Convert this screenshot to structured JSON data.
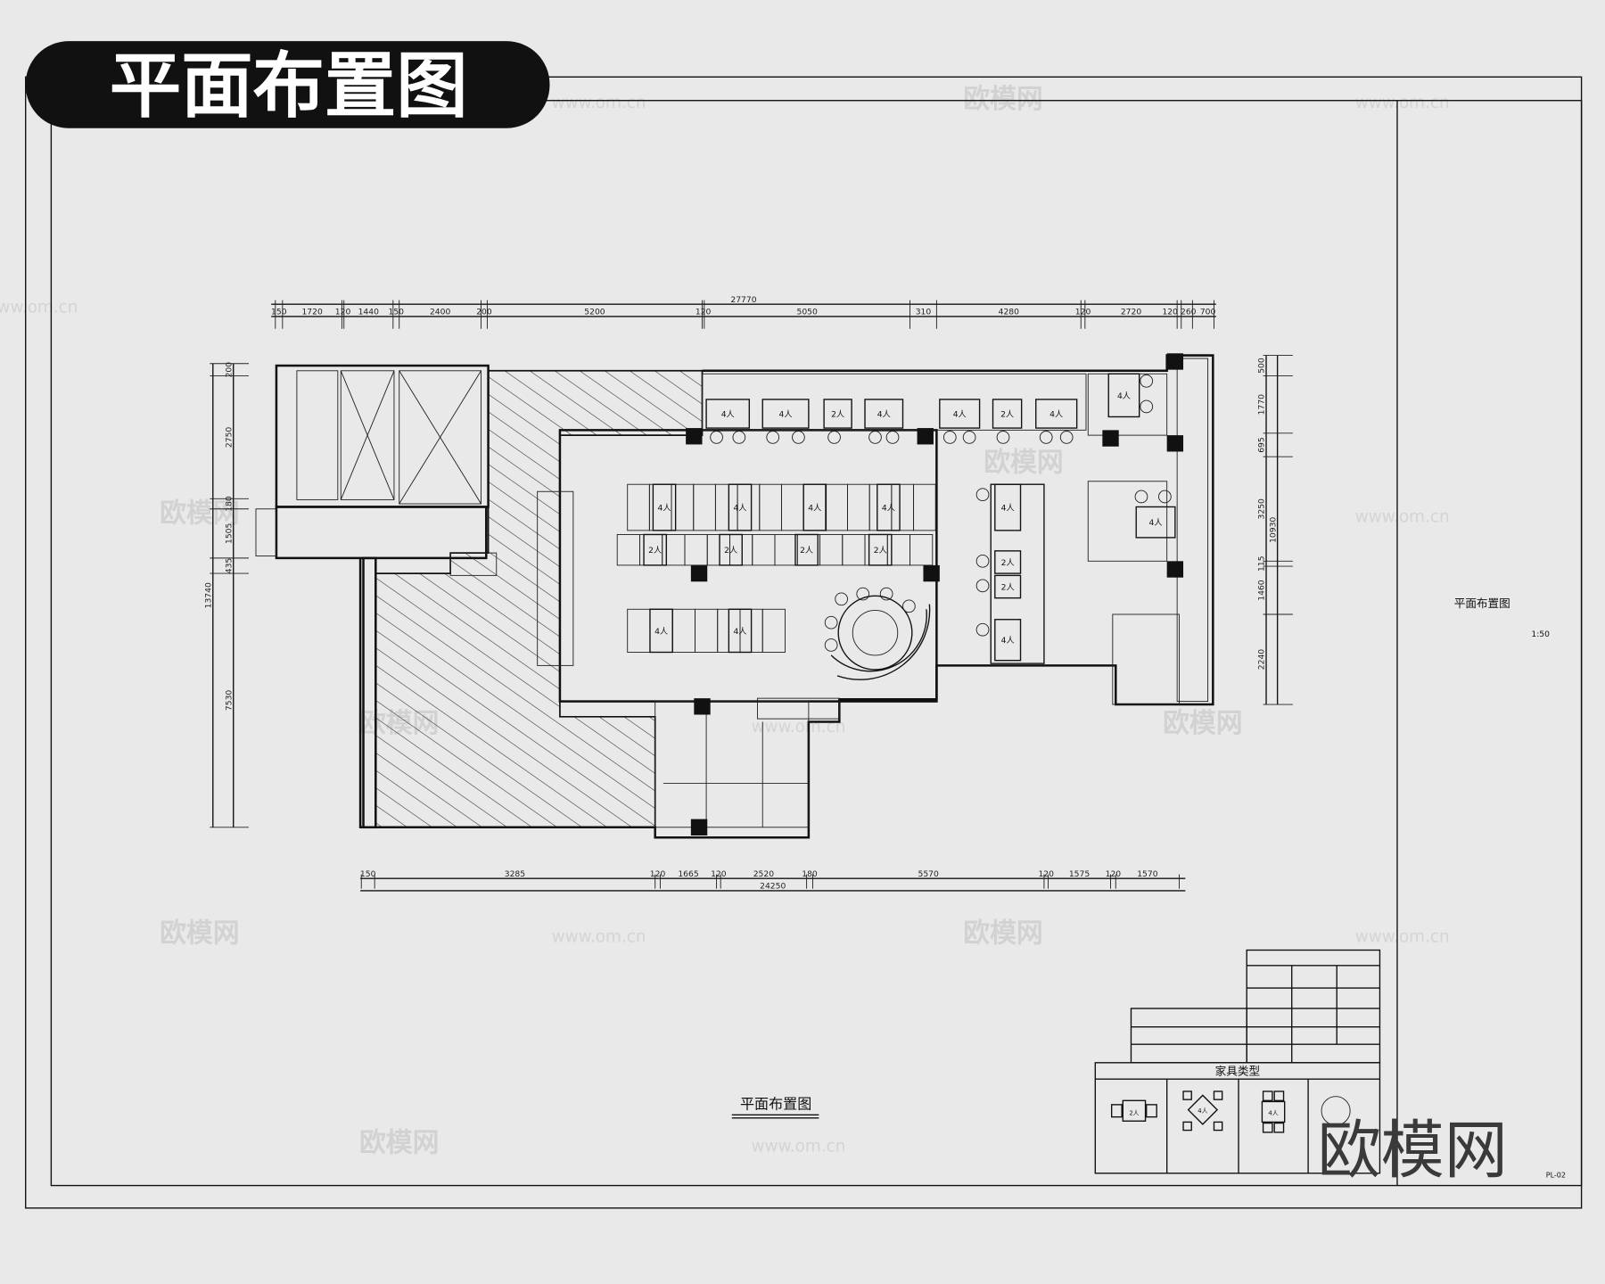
{
  "title_badge": "平面布置图",
  "drawing_title": "平面布置图",
  "side_panel": {
    "title": "平面布置图",
    "scale": "1:50",
    "sheet_no": "PL-02"
  },
  "dimensions": {
    "top_total": "27770",
    "top_segments": [
      "150",
      "1720",
      "120",
      "1440",
      "150",
      "2400",
      "200",
      "5200",
      "120",
      "5050",
      "310",
      "4280",
      "120",
      "2720",
      "120",
      "260",
      "700"
    ],
    "bottom_total": "24250",
    "bottom_segments": [
      "150",
      "3285",
      "120",
      "1665",
      "120",
      "2520",
      "180",
      "5570",
      "120",
      "1575",
      "120",
      "1570"
    ],
    "left_total": "13740",
    "left_segments": [
      "200",
      "2750",
      "180",
      "1505",
      "435",
      "7530"
    ],
    "right_total": "10930",
    "right_segments": [
      "500",
      "1770",
      "695",
      "3250",
      "115",
      "1460",
      "2240"
    ]
  },
  "seating": {
    "window_row": [
      "4人",
      "4人",
      "2人",
      "4人",
      "4人",
      "2人",
      "4人"
    ],
    "center_upper": [
      "4人",
      "4人",
      "4人",
      "4人"
    ],
    "center_lower": [
      "2人",
      "2人",
      "2人",
      "2人"
    ],
    "lower_block": [
      "4人",
      "4人"
    ],
    "bar": [
      "4人",
      "2人",
      "2人",
      "4人"
    ],
    "private_right": [
      "4人",
      "4人"
    ]
  },
  "legend": {
    "header": "家具类型",
    "icons": [
      "2人",
      "4人",
      "4人"
    ]
  },
  "watermark": {
    "logo": "欧模网",
    "url": "www.om.cn"
  },
  "colors": {
    "badge": "#111111",
    "badge_text": "#ffffff",
    "paper": "#e9e9e9",
    "ink": "#111111"
  }
}
